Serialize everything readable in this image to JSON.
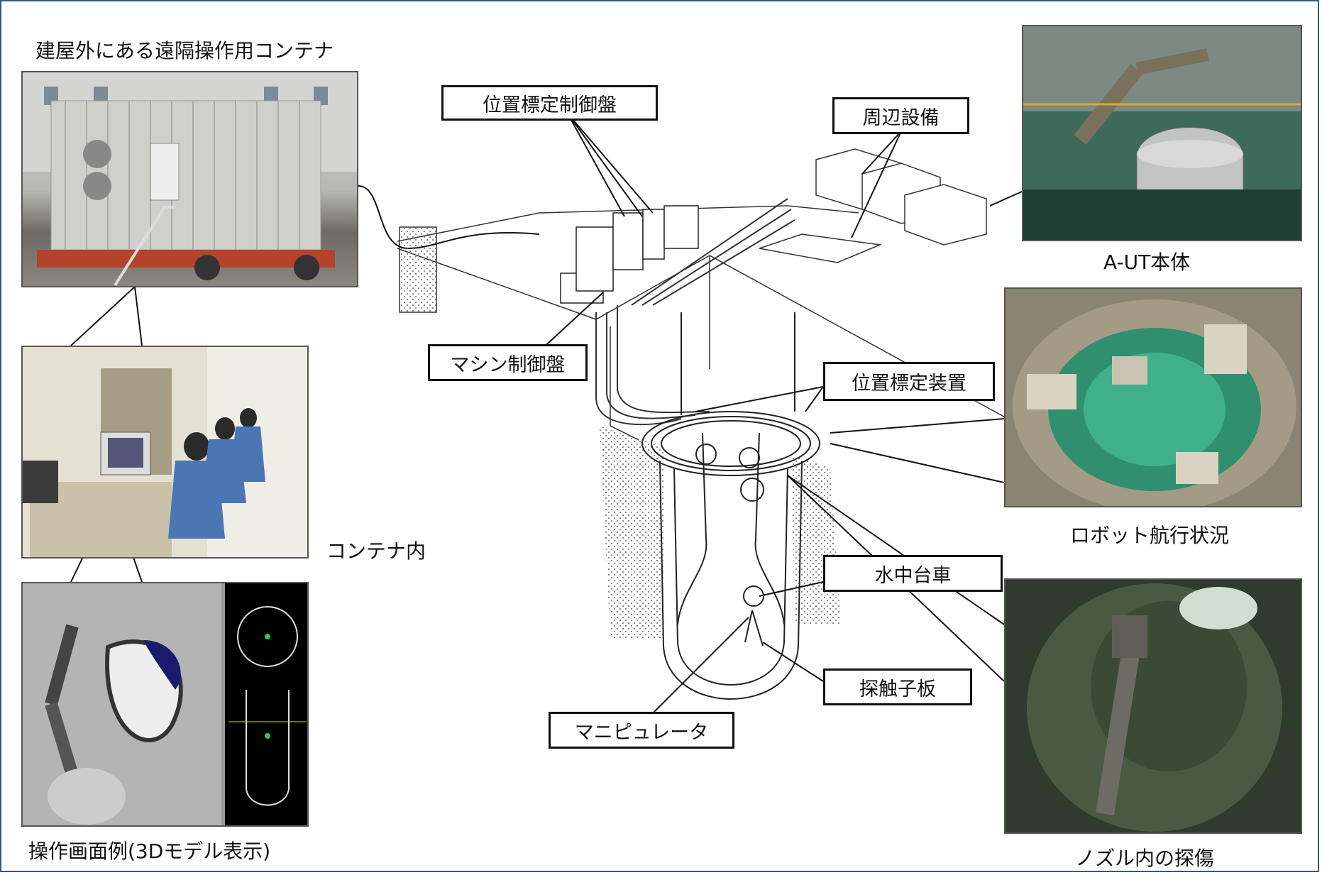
{
  "captions": {
    "container_outside": "建屋外にある遠隔操作用コンテナ",
    "container_inside": "コンテナ内",
    "screen_example": "操作画面例(3Dモデル表示)",
    "aut_body": "A-UT本体",
    "robot_status": "ロボット航行状況",
    "nozzle_inspection": "ノズル内の探傷"
  },
  "labels": {
    "position_control_panel": "位置標定制御盤",
    "peripheral_equipment": "周辺設備",
    "machine_control_panel": "マシン制御盤",
    "positioning_device": "位置標定装置",
    "underwater_cart": "水中台車",
    "probe_plate": "探触子板",
    "manipulator": "マニピュレータ"
  },
  "colors": {
    "frame": "#2b5b8c",
    "line": "#111111",
    "water": "#2f8f6e"
  }
}
